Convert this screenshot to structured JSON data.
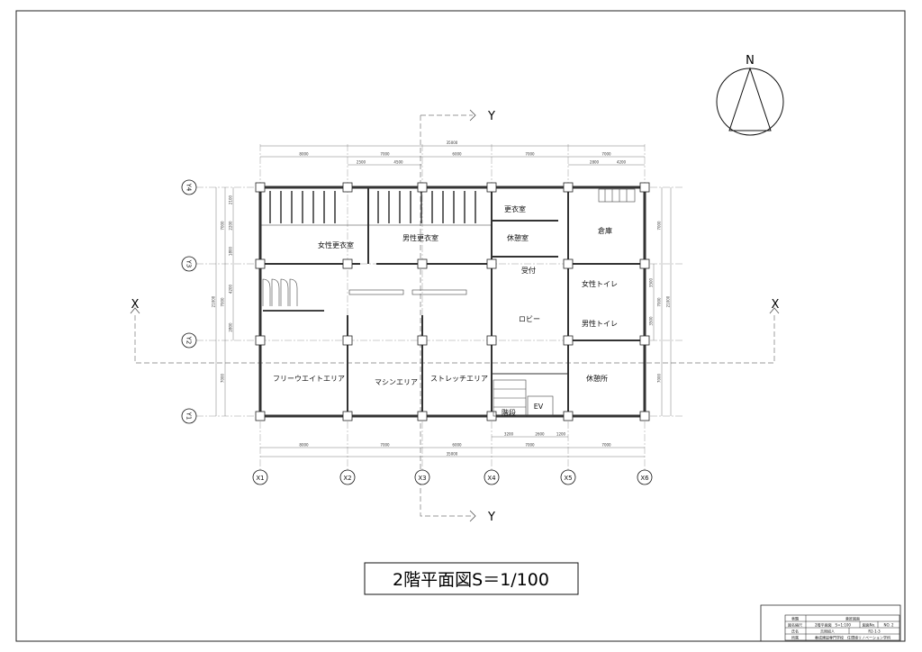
{
  "drawing": {
    "title": "2階平面図S＝1/100",
    "north_label": "N",
    "section_x": "X",
    "section_y": "Y"
  },
  "grid": {
    "x_axes": [
      "X1",
      "X2",
      "X3",
      "X4",
      "X5",
      "X6"
    ],
    "y_axes": [
      "Y4",
      "Y3",
      "Y2",
      "Y1"
    ]
  },
  "dimensions": {
    "top_total": "35000",
    "top_spans": [
      "8000",
      "7000",
      "6000",
      "7000",
      "7000"
    ],
    "top_sub": [
      "2500",
      "4500",
      "2800",
      "4200"
    ],
    "bottom_spans": [
      "8000",
      "7000",
      "6000",
      "7000",
      "7000"
    ],
    "bottom_total": "35000",
    "bottom_sub": [
      "3200",
      "2600",
      "1200"
    ],
    "left_total": "21000",
    "left_spans": [
      "7000",
      "7000",
      "7000"
    ],
    "left_sub": [
      "2100",
      "2200",
      "1800",
      "4200",
      "2800"
    ],
    "right_total": "21000",
    "right_spans": [
      "7000",
      "7000",
      "7000"
    ],
    "right_sub": [
      "3500",
      "3500"
    ]
  },
  "rooms": {
    "womens_locker": "女性更衣室",
    "mens_locker": "男性更衣室",
    "locker": "更衣室",
    "rest_room": "休憩室",
    "storage": "倉庫",
    "reception": "受付",
    "womens_toilet": "女性トイレ",
    "mens_toilet": "男性トイレ",
    "lobby": "ロビー",
    "free_weight": "フリーウエイトエリア",
    "machine": "マシンエリア",
    "stretch": "ストレッチエリア",
    "lounge": "休憩所",
    "stairs": "階段",
    "elevator": "EV"
  },
  "title_block": {
    "r1_label": "表題",
    "r1_value": "意匠図面",
    "r2_label": "図名縮尺",
    "r2_value": "2階平面図　S=1:100",
    "r2_no_label": "図面No.",
    "r2_no_value": "NO. 2",
    "r3_label": "氏名",
    "r3_value": "吉岡紹人",
    "r3_id": "R2-1-3",
    "r4_label": "所属",
    "r4_value": "秦成建設専門学校　住環境リノベーション学科"
  }
}
